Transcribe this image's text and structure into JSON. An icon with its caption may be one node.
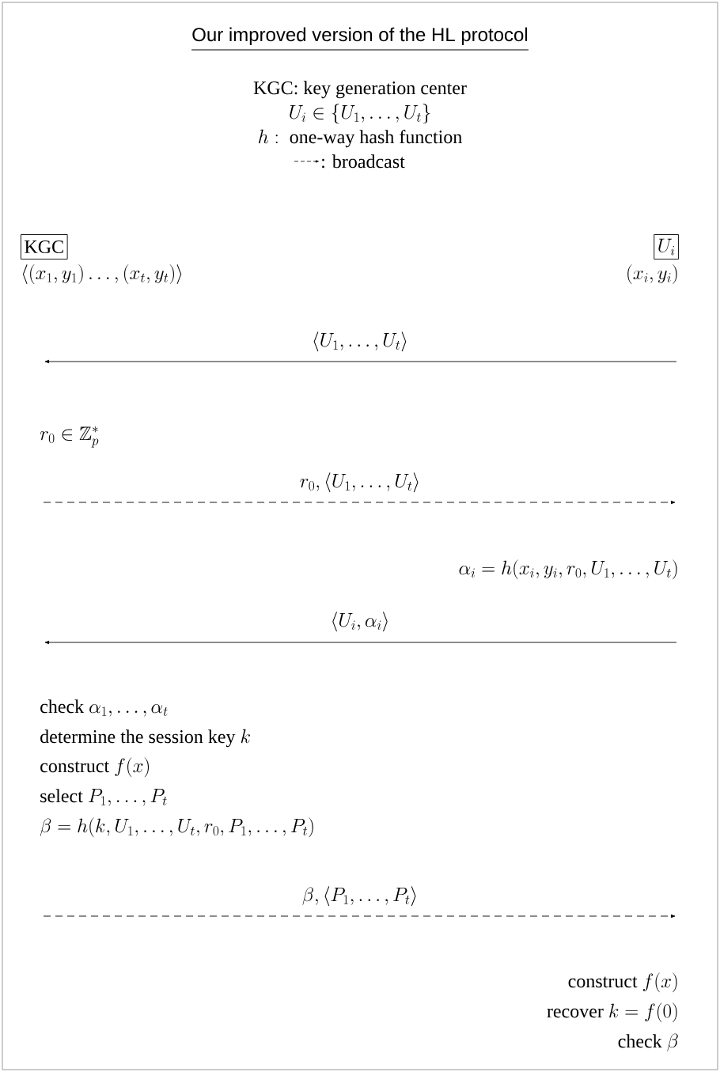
{
  "diagram": {
    "title": "Our improved version of the HL protocol",
    "nodes": [
      {
        "text": [
          "KGC"
        ],
        "beside": [
          "\\langle (x_1, y_1) \\ldots, (x_t, y_t)\\rangle"
        ]
      },
      {
        "text": [
          "U_i"
        ],
        "beside": [
          "(x_i, y_i)"
        ]
      }
    ],
    "labels": [
      "\\text{KGC: key generation center}",
      "U_i \\in \\{U_1, \\ldots, U_t\\}",
      "h:\\ \\text{one-way hash function}",
      "\\langle U_1, \\ldots, U_t\\rangle",
      "r_0 \\in \\mathbb{Z}_p^*",
      "r_0, \\langle U_1, \\ldots, U_t\\rangle",
      "\\alpha_i = h(x_i, y_i, r_0, U_1, \\ldots, U_t)",
      "\\langle U_i, \\alpha_i\\rangle",
      "\\text{check } \\alpha_1, \\ldots, \\alpha_t",
      "\\text{determine the session key } k",
      "\\text{construct } f(x)",
      "\\text{select } P_1, \\ldots, P_t",
      "\\beta = h(k, U_1, \\ldots, U_t, r_0, P_1, \\ldots, P_t)",
      "\\beta, \\langle P_1, \\ldots, P_t\\rangle",
      "\\text{construct } f(x)",
      "\\text{recover } k = f(0)",
      "\\text{check } \\beta"
    ],
    "legend": [
      {
        "text": ": broadcast"
      }
    ]
  }
}
